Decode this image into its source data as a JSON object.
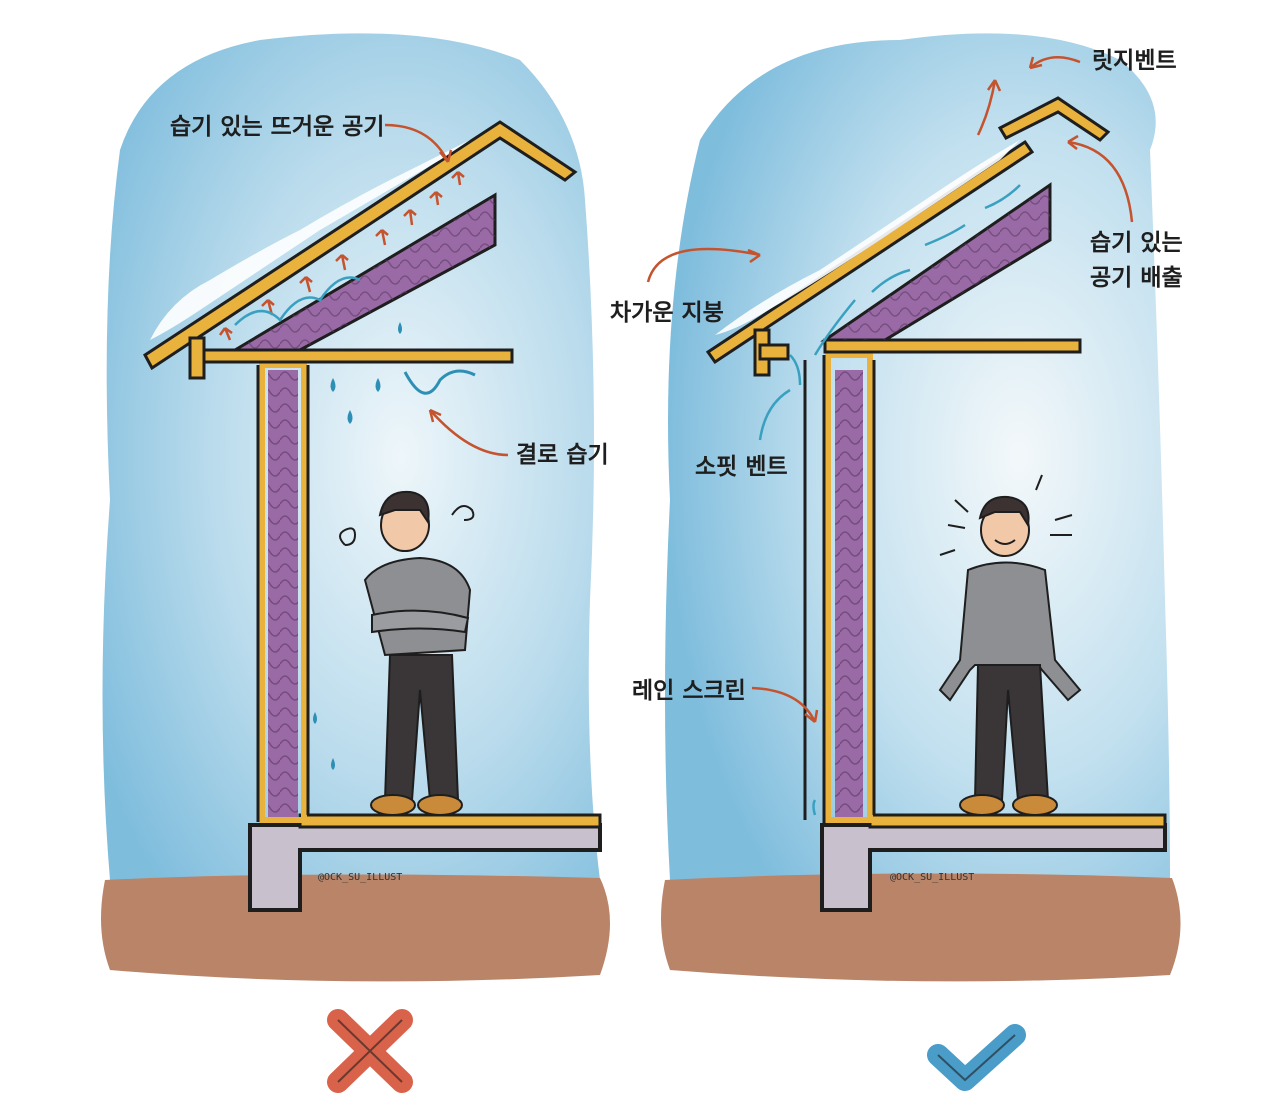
{
  "left_panel": {
    "label_hot_humid_air": "습기 있는 뜨거운 공기",
    "label_condensation": "결로 습기",
    "watermark": "@OCK_SU_ILLUST",
    "verdict_icon": "cross-mark-icon",
    "verdict_color": "#d9624a"
  },
  "right_panel": {
    "label_ridge_vent": "릿지벤트",
    "label_exhaust_line1": "습기 있는",
    "label_exhaust_line2": "공기 배출",
    "label_cold_roof": "차가운 지붕",
    "label_soffit_vent": "소핏 벤트",
    "label_rain_screen": "레인 스크린",
    "watermark": "@OCK_SU_ILLUST",
    "verdict_icon": "check-mark-icon",
    "verdict_color": "#4a9cc9"
  },
  "colors": {
    "sky": "#8ec6e3",
    "sky_light": "#dcedf5",
    "ground": "#b98468",
    "roof_trim": "#e8b23c",
    "insulation": "#9a6aa6",
    "arrow": "#c4532e",
    "airflow": "#3aa0c0"
  }
}
